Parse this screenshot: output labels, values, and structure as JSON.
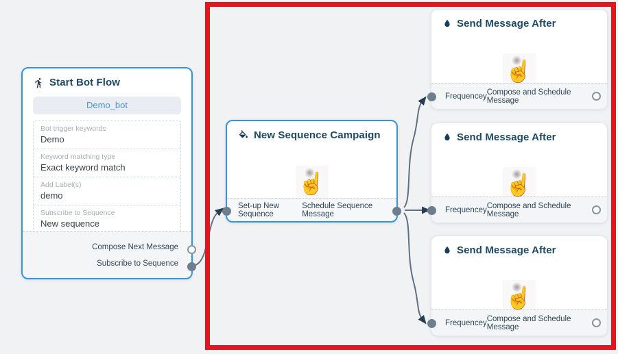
{
  "canvas": {
    "background": "#f1f2f4",
    "highlight_color": "#e2161f",
    "accent_blue": "#2f96e0"
  },
  "start_node": {
    "icon": "walking-person-icon",
    "title": "Start Bot Flow",
    "bot_name_button": "Demo_bot",
    "fields": [
      {
        "label": "Bot trigger keywords",
        "value": "Demo"
      },
      {
        "label": "Keyword matching type",
        "value": "Exact keyword match"
      },
      {
        "label": "Add Label(s)",
        "value": "demo"
      },
      {
        "label": "Subscribe to Sequence",
        "value": "New sequence"
      }
    ],
    "output_ports": [
      {
        "label": "Compose Next Message",
        "state": "unconnected"
      },
      {
        "label": "Subscribe to Sequence",
        "state": "connected"
      }
    ]
  },
  "sequence_node": {
    "icon": "paint-bucket-icon",
    "title": "New Sequence Campaign",
    "body_icon": "hand-pointer-icon",
    "input_port_label": "Set-up New Sequence",
    "output_port_label": "Schedule Sequence Message"
  },
  "send_message_nodes": [
    {
      "icon": "water-drop-icon",
      "title": "Send Message After",
      "body_icon": "hand-pointer-icon",
      "input_port_label": "Frequencey",
      "output_port_label": "Compose and Schedule Message"
    },
    {
      "icon": "water-drop-icon",
      "title": "Send Message After",
      "body_icon": "hand-pointer-icon",
      "input_port_label": "Frequencey",
      "output_port_label": "Compose and Schedule Message"
    },
    {
      "icon": "water-drop-icon",
      "title": "Send Message After",
      "body_icon": "hand-pointer-icon",
      "input_port_label": "Frequencey",
      "output_port_label": "Compose and Schedule Message"
    }
  ],
  "hand_glyph": "☝"
}
